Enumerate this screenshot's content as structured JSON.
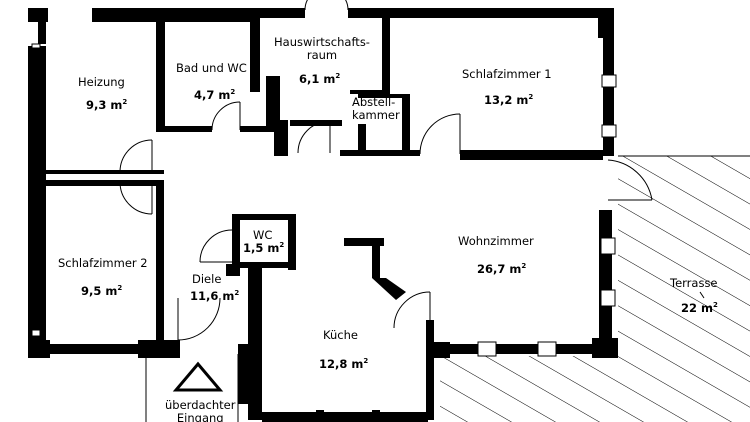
{
  "plan": {
    "area_unit": "m",
    "area_exponent": "2",
    "rooms": [
      {
        "id": "heizung",
        "name": "Heizung",
        "area": "9,3"
      },
      {
        "id": "bad-wc",
        "name": "Bad und WC",
        "area": "4,7"
      },
      {
        "id": "hauswirtschaftsraum",
        "name": "Hauswirtschafts-\nraum",
        "area": "6,1"
      },
      {
        "id": "schlafzimmer-1",
        "name": "Schlafzimmer 1",
        "area": "13,2"
      },
      {
        "id": "abstellkammer",
        "name": "Abstell-\nkammer",
        "area": ""
      },
      {
        "id": "wc",
        "name": "WC",
        "area": "1,5"
      },
      {
        "id": "wohnzimmer",
        "name": "Wohnzimmer",
        "area": "26,7"
      },
      {
        "id": "schlafzimmer-2",
        "name": "Schlafzimmer 2",
        "area": "9,5"
      },
      {
        "id": "diele",
        "name": "Diele",
        "area": "11,6"
      },
      {
        "id": "terrasse",
        "name": "Terrasse",
        "area": "22"
      },
      {
        "id": "kueche",
        "name": "Küche",
        "area": "12,8"
      }
    ],
    "entrance_label": "überdachter\nEingang"
  }
}
